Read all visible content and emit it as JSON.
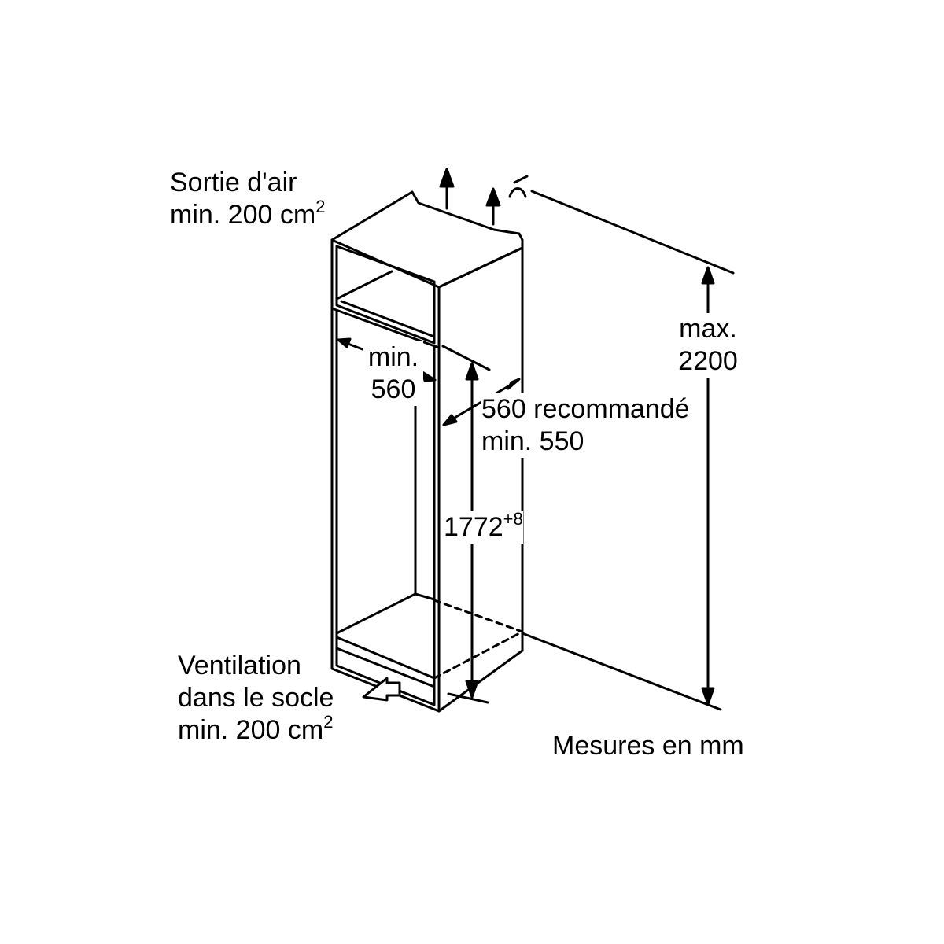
{
  "diagram": {
    "air_outlet": {
      "line1": "Sortie d'air",
      "line2_value": "min. 200 cm",
      "line2_exp": "2"
    },
    "plinth_ventilation": {
      "line1": "Ventilation",
      "line2": "dans le socle",
      "line3_value": "min. 200 cm",
      "line3_exp": "2"
    },
    "inner_width": {
      "line1": "min.",
      "line2": "560"
    },
    "depth": {
      "line1": "560 recommandé",
      "line2": "min. 550"
    },
    "niche_height": {
      "value": "1772",
      "tolerance": "+8"
    },
    "max_height": {
      "line1": "max.",
      "line2": "2200"
    },
    "units_note": "Mesures en mm"
  },
  "style": {
    "line_color": "#000000",
    "background_color": "#ffffff"
  }
}
